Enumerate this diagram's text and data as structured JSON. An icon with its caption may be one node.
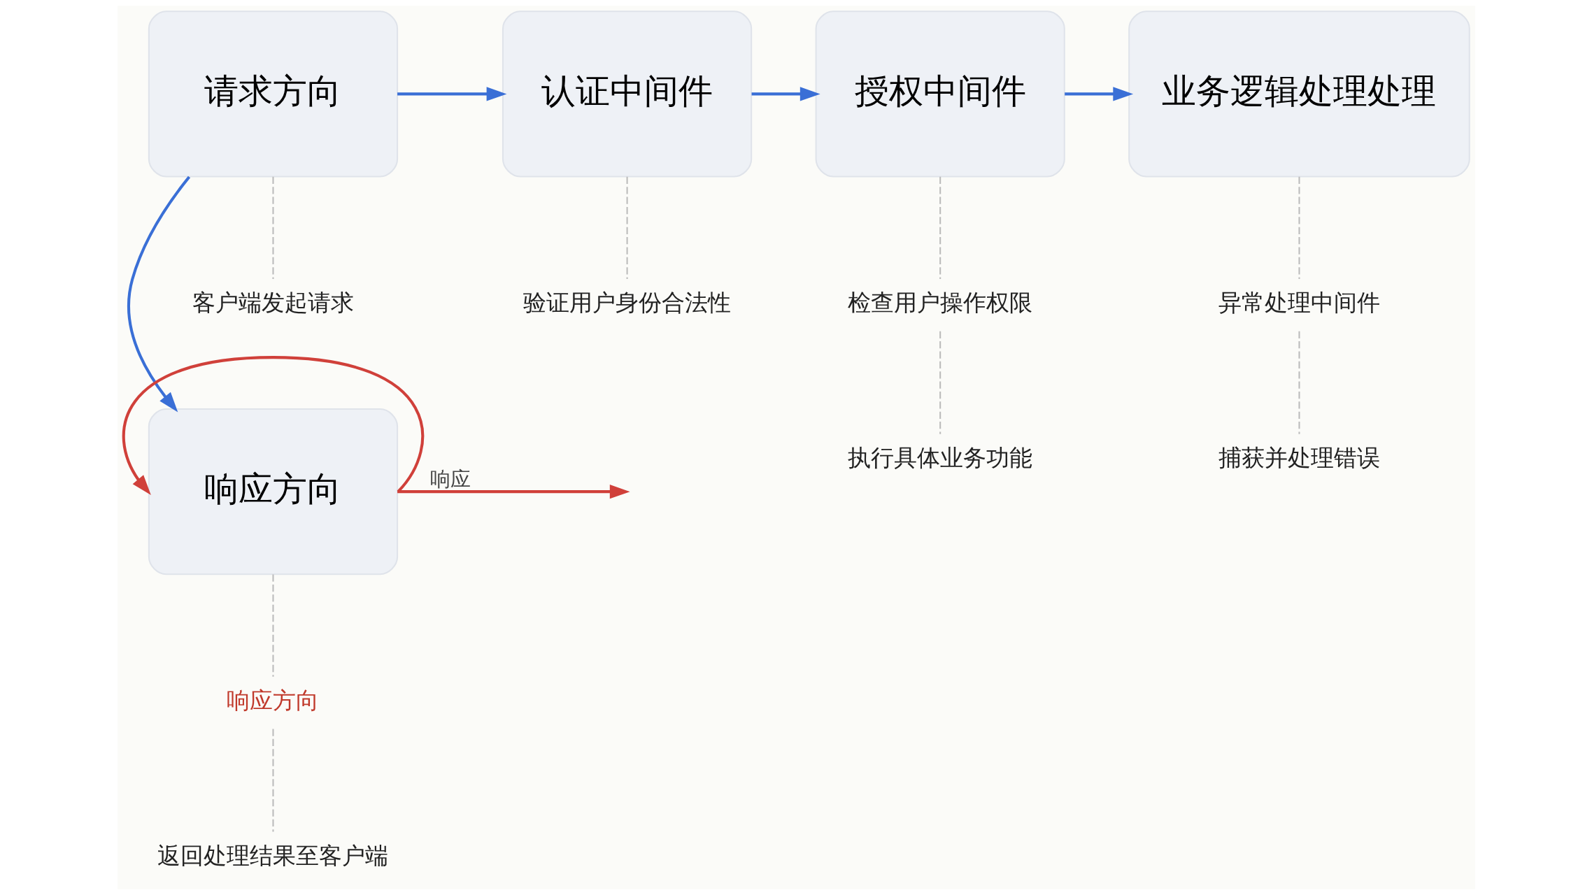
{
  "diagram": {
    "nodes": [
      {
        "text": [
          "请求方向"
        ]
      },
      {
        "text": [
          "认证中间件"
        ]
      },
      {
        "text": [
          "授权中间件"
        ]
      },
      {
        "text": [
          "业务逻辑处理处理"
        ]
      },
      {
        "text": [
          "响应方向"
        ]
      },
      {
        "text": [
          "客户端发起请求"
        ]
      },
      {
        "text": [
          "验证用户身份合法性"
        ]
      },
      {
        "text": [
          "检查用户操作权限"
        ]
      },
      {
        "text": [
          "执行具体业务功能"
        ]
      },
      {
        "text": [
          "异常处理中间件"
        ]
      },
      {
        "text": [
          "捕获并处理错误"
        ]
      },
      {
        "text": [
          "响应方向"
        ]
      },
      {
        "text": [
          "返回处理结果至客户端"
        ]
      }
    ],
    "edges": [
      {
        "from": 0,
        "to": 1,
        "arrow": "to",
        "color": "#3a6fd6"
      },
      {
        "from": 1,
        "to": 2,
        "arrow": "to",
        "color": "#3a6fd6"
      },
      {
        "from": 2,
        "to": 3,
        "arrow": "to",
        "color": "#3a6fd6"
      },
      {
        "from": 0,
        "to": 4,
        "arrow": "to",
        "color": "#3a6fd6"
      },
      {
        "from": 4,
        "to": 4,
        "arrow": "to",
        "color": "#d0403a"
      },
      {
        "from": 4,
        "to": null,
        "arrow": "to",
        "label": "响应",
        "color": "#d0403a"
      },
      {
        "from": 0,
        "to": 5,
        "arrow": "none",
        "style": "dashed"
      },
      {
        "from": 1,
        "to": 6,
        "arrow": "none",
        "style": "dashed"
      },
      {
        "from": 2,
        "to": 7,
        "arrow": "none",
        "style": "dashed"
      },
      {
        "from": 7,
        "to": 8,
        "arrow": "none",
        "style": "dashed"
      },
      {
        "from": 3,
        "to": 9,
        "arrow": "none",
        "style": "dashed"
      },
      {
        "from": 9,
        "to": 10,
        "arrow": "none",
        "style": "dashed"
      },
      {
        "from": 4,
        "to": 11,
        "arrow": "none",
        "style": "dashed"
      },
      {
        "from": 11,
        "to": 12,
        "arrow": "none",
        "style": "dashed"
      }
    ]
  }
}
